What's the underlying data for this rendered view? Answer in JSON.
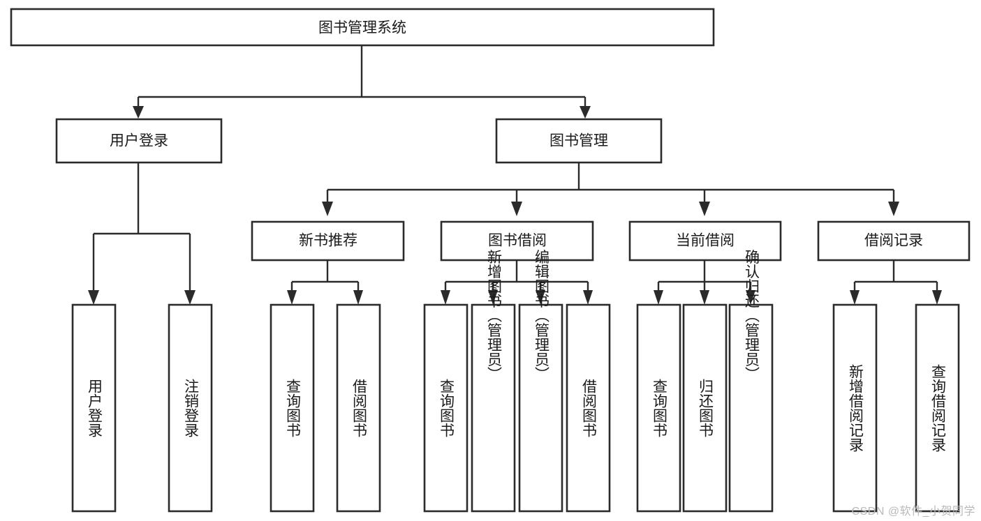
{
  "diagram": {
    "type": "tree",
    "title": "图书管理系统",
    "orientation": "top-down",
    "colors": {
      "box_stroke": "#2b2b2b",
      "box_fill": "#ffffff",
      "connector": "#2b2b2b",
      "text": "#1a1a1a",
      "background": "#ffffff",
      "watermark": "#b9b9b9"
    },
    "root": {
      "label": "图书管理系统",
      "text_orientation": "horizontal"
    },
    "level2": [
      {
        "label": "用户登录",
        "text_orientation": "horizontal"
      },
      {
        "label": "图书管理",
        "text_orientation": "horizontal"
      }
    ],
    "level3": [
      {
        "label": "新书推荐",
        "text_orientation": "horizontal",
        "parent": "图书管理"
      },
      {
        "label": "图书借阅",
        "text_orientation": "horizontal",
        "parent": "图书管理"
      },
      {
        "label": "当前借阅",
        "text_orientation": "horizontal",
        "parent": "图书管理"
      },
      {
        "label": "借阅记录",
        "text_orientation": "horizontal",
        "parent": "图书管理"
      }
    ],
    "leaves": [
      {
        "label": "用户登录",
        "parent": "用户登录",
        "text_orientation": "vertical"
      },
      {
        "label": "注销登录",
        "parent": "用户登录",
        "text_orientation": "vertical"
      },
      {
        "label": "查询图书",
        "parent": "新书推荐",
        "text_orientation": "vertical"
      },
      {
        "label": "借阅图书",
        "parent": "新书推荐",
        "text_orientation": "vertical"
      },
      {
        "label": "查询图书",
        "parent": "图书借阅",
        "text_orientation": "vertical"
      },
      {
        "label": "新增图书（管理员）",
        "parent": "图书借阅",
        "text_orientation": "vertical"
      },
      {
        "label": "编辑图书（管理员）",
        "parent": "图书借阅",
        "text_orientation": "vertical"
      },
      {
        "label": "借阅图书",
        "parent": "图书借阅",
        "text_orientation": "vertical"
      },
      {
        "label": "查询图书",
        "parent": "当前借阅",
        "text_orientation": "vertical"
      },
      {
        "label": "归还图书",
        "parent": "当前借阅",
        "text_orientation": "vertical"
      },
      {
        "label": "确认归还（管理员）",
        "parent": "当前借阅",
        "text_orientation": "vertical"
      },
      {
        "label": "新增借阅记录",
        "parent": "借阅记录",
        "text_orientation": "vertical"
      },
      {
        "label": "查询借阅记录",
        "parent": "借阅记录",
        "text_orientation": "vertical"
      }
    ]
  },
  "watermark": {
    "text": "CSDN @软件_小贺同学"
  }
}
